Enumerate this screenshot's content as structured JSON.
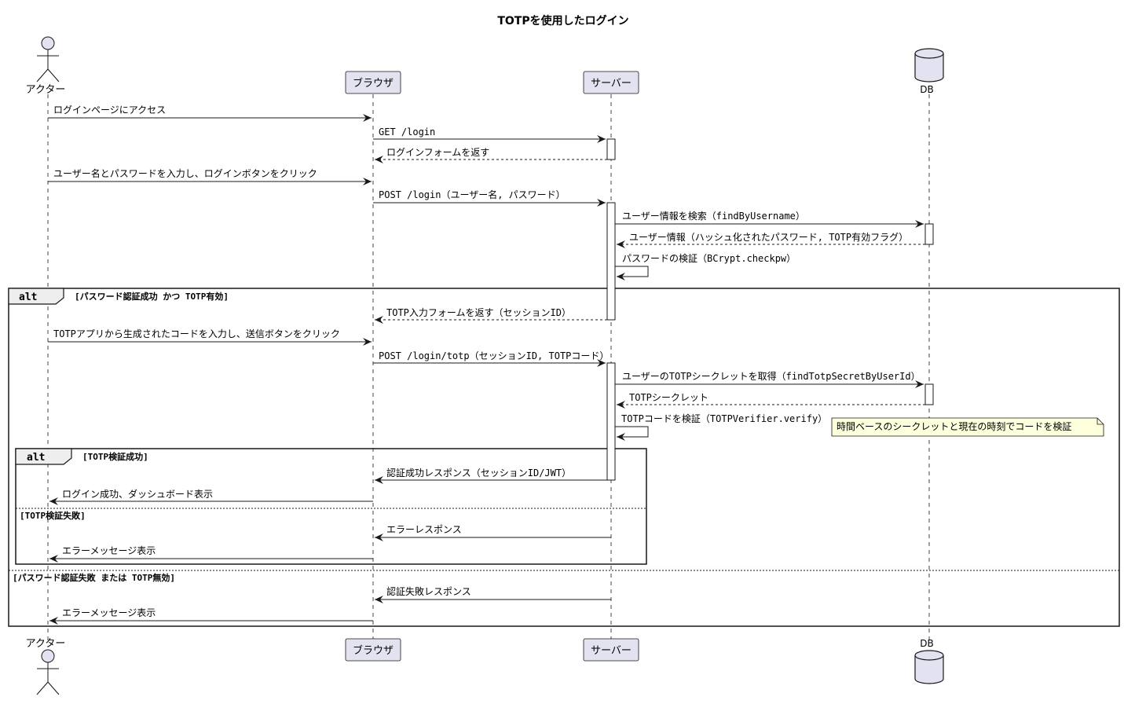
{
  "title": "TOTPを使用したログイン",
  "participants": [
    {
      "id": "actor",
      "label": "アクター",
      "kind": "actor"
    },
    {
      "id": "browser",
      "label": "ブラウザ",
      "kind": "box"
    },
    {
      "id": "server",
      "label": "サーバー",
      "kind": "box"
    },
    {
      "id": "db",
      "label": "DB",
      "kind": "database"
    }
  ],
  "messages": [
    {
      "from": "actor",
      "to": "browser",
      "label": "ログインページにアクセス",
      "style": "solid"
    },
    {
      "from": "browser",
      "to": "server",
      "label": "GET /login",
      "style": "solid"
    },
    {
      "from": "server",
      "to": "browser",
      "label": "ログインフォームを返す",
      "style": "dashed"
    },
    {
      "from": "actor",
      "to": "browser",
      "label": "ユーザー名とパスワードを入力し、ログインボタンをクリック",
      "style": "solid"
    },
    {
      "from": "browser",
      "to": "server",
      "label": "POST /login（ユーザー名, パスワード）",
      "style": "solid"
    },
    {
      "from": "server",
      "to": "db",
      "label": "ユーザー情報を検索（findByUsername）",
      "style": "solid"
    },
    {
      "from": "db",
      "to": "server",
      "label": "ユーザー情報（ハッシュ化されたパスワード, TOTP有効フラグ）",
      "style": "dashed"
    },
    {
      "from": "server",
      "to": "server",
      "label": "パスワードの検証（BCrypt.checkpw）",
      "style": "self"
    },
    {
      "from": "server",
      "to": "browser",
      "label": "TOTP入力フォームを返す（セッションID）",
      "style": "dashed"
    },
    {
      "from": "actor",
      "to": "browser",
      "label": "TOTPアプリから生成されたコードを入力し、送信ボタンをクリック",
      "style": "solid"
    },
    {
      "from": "browser",
      "to": "server",
      "label": "POST /login/totp（セッションID, TOTPコード）",
      "style": "solid"
    },
    {
      "from": "server",
      "to": "db",
      "label": "ユーザーのTOTPシークレットを取得（findTotpSecretByUserId）",
      "style": "solid"
    },
    {
      "from": "db",
      "to": "server",
      "label": "TOTPシークレット",
      "style": "dashed"
    },
    {
      "from": "server",
      "to": "server",
      "label": "TOTPコードを検証（TOTPVerifier.verify）",
      "style": "self"
    },
    {
      "from": "server",
      "to": "browser",
      "label": "認証成功レスポンス（セッションID/JWT）",
      "style": "solid"
    },
    {
      "from": "browser",
      "to": "actor",
      "label": "ログイン成功、ダッシュボード表示",
      "style": "solid"
    },
    {
      "from": "server",
      "to": "browser",
      "label": "エラーレスポンス",
      "style": "solid"
    },
    {
      "from": "browser",
      "to": "actor",
      "label": "エラーメッセージ表示",
      "style": "solid"
    },
    {
      "from": "server",
      "to": "browser",
      "label": "認証失敗レスポンス",
      "style": "solid"
    },
    {
      "from": "browser",
      "to": "actor",
      "label": "エラーメッセージ表示",
      "style": "solid"
    }
  ],
  "fragments": [
    {
      "keyword": "alt",
      "guard": "[パスワード認証成功 かつ TOTP有効]",
      "else_guard": "[パスワード認証失敗 または TOTP無効]"
    },
    {
      "keyword": "alt",
      "guard": "[TOTP検証成功]",
      "else_guard": "[TOTP検証失敗]"
    }
  ],
  "note": "時間ベースのシークレットと現在の時刻でコードを検証",
  "colors": {
    "participant_fill": "#E2E2F0",
    "participant_stroke": "#181818",
    "note_fill": "#FEFFDD",
    "line": "#181818"
  }
}
